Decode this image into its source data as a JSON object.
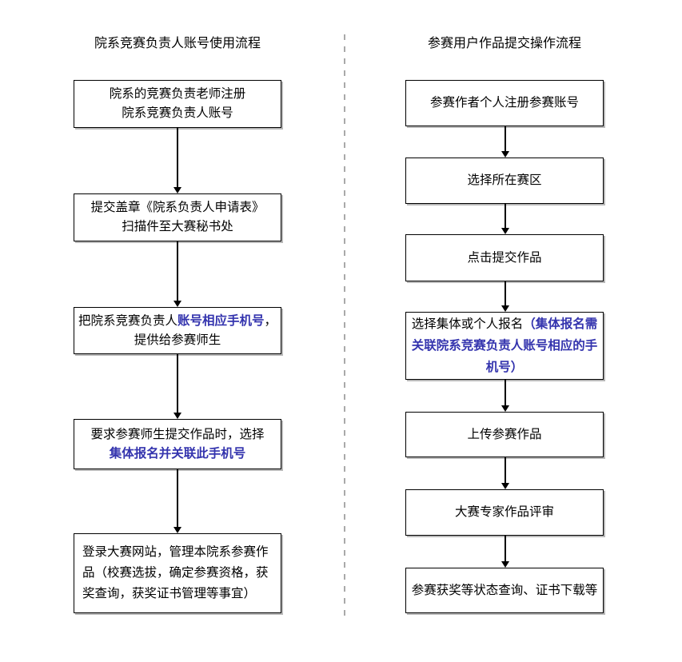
{
  "colors": {
    "background": "#ffffff",
    "box_border": "#000000",
    "text": "#000000",
    "accent_blue": "#3434ae",
    "divider_gray": "#a9a9a9"
  },
  "left_flow": {
    "title": "院系竞赛负责人账号使用流程",
    "boxes": [
      {
        "line1": "院系的竞赛负责老师注册",
        "line2": "院系竞赛负责人账号"
      },
      {
        "line1": "提交盖章《院系负责人申请表》",
        "line2": "扫描件至大赛秘书处"
      },
      {
        "text_before": "把院系竞赛负责人",
        "highlight": "账号相应手机号",
        "text_after": "，",
        "line2": "提供给参赛师生"
      },
      {
        "line1": "要求参赛师生提交作品时，选择",
        "highlight_line2": "集体报名并关联此手机号"
      },
      {
        "text": "登录大赛网站，管理本院系参赛作品（校赛选拔，确定参赛资格，获奖查询，获奖证书管理等事宜）"
      }
    ]
  },
  "right_flow": {
    "title": "参赛用户作品提交操作流程",
    "boxes": [
      {
        "text": "参赛作者个人注册参赛账号"
      },
      {
        "text": "选择所在赛区"
      },
      {
        "text": "点击提交作品"
      },
      {
        "text_before": "选择集体或个人报名",
        "highlight": "（集体报名需关联院系竞赛负责人账号相应的手机号）"
      },
      {
        "text": "上传参赛作品"
      },
      {
        "text": "大赛专家作品评审"
      },
      {
        "text": "参赛获奖等状态查询、证书下载等"
      }
    ]
  }
}
